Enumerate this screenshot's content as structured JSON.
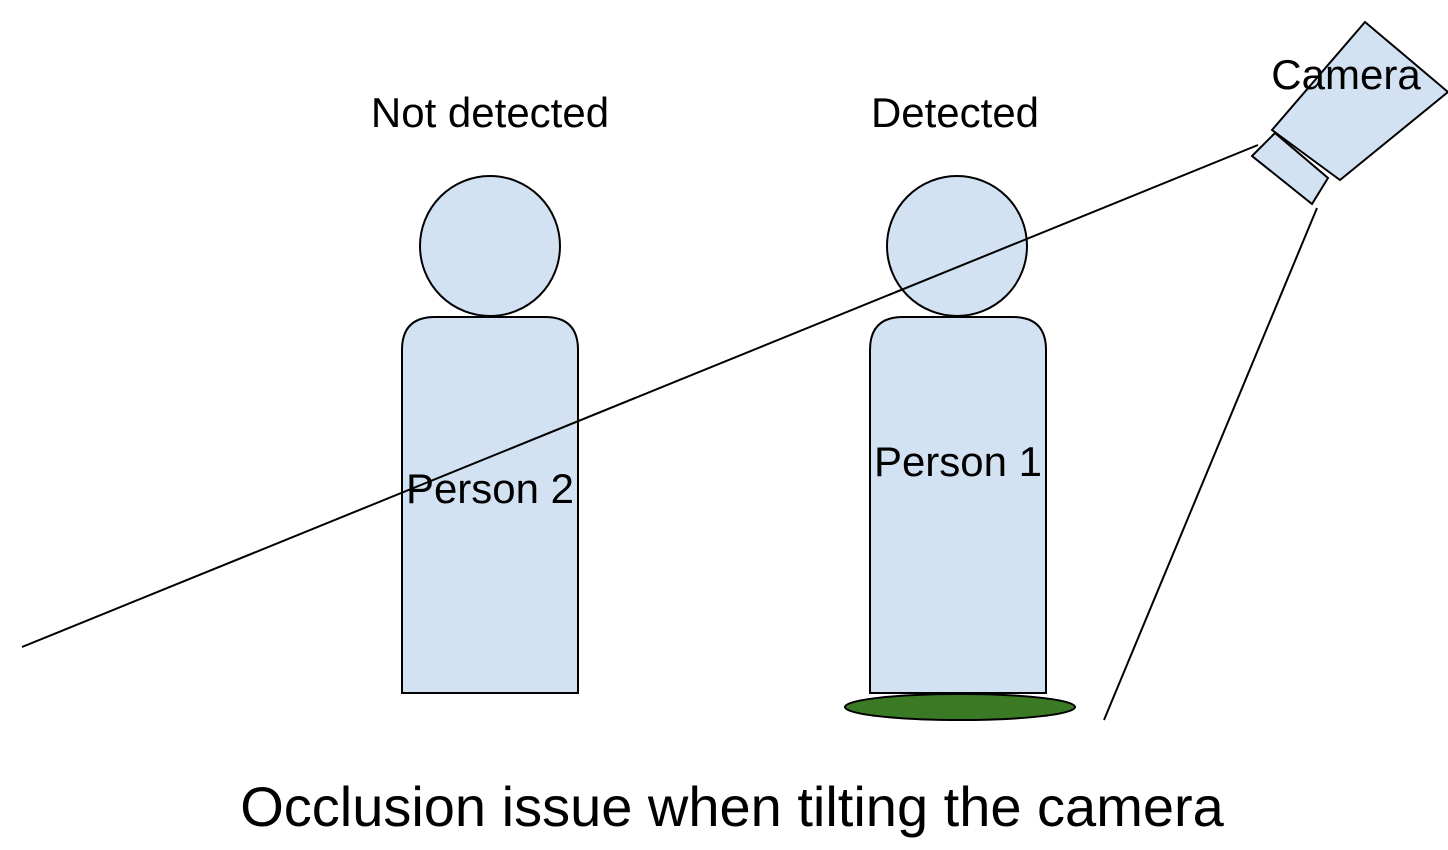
{
  "labels": {
    "not_detected": "Not detected",
    "detected": "Detected",
    "camera": "Camera",
    "person_2": "Person 2",
    "person_1": "Person 1",
    "caption": "Occlusion issue when tilting the camera"
  },
  "colors": {
    "person_fill": "#d3e2f3",
    "ground_spot_fill": "#3a7a24",
    "line": "#000000",
    "background": "#ffffff"
  }
}
